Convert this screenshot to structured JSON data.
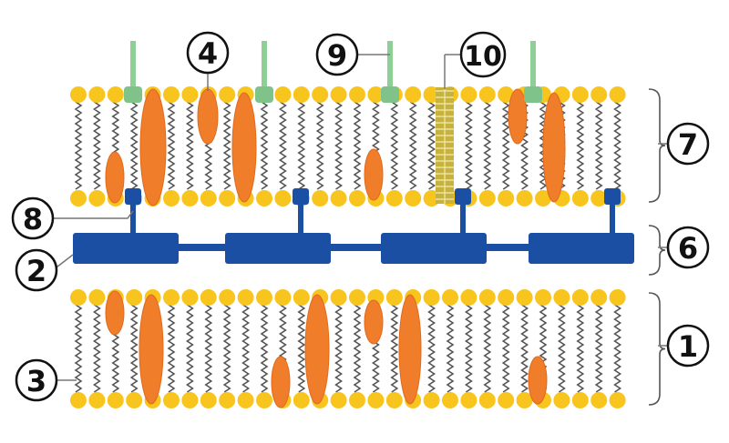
{
  "diagram": {
    "labels": [
      "1",
      "2",
      "3",
      "4",
      "6",
      "7",
      "8",
      "9",
      "10"
    ]
  },
  "colors": {
    "head": "#f7c51e",
    "tail": "#555555",
    "protein": "#f07d2a",
    "protein_edge": "#e06a1c",
    "glyco": "#8fcf95",
    "glyco_head": "#7fc38a",
    "wall": "#1a4fa3",
    "channel": "#c8b23e"
  }
}
